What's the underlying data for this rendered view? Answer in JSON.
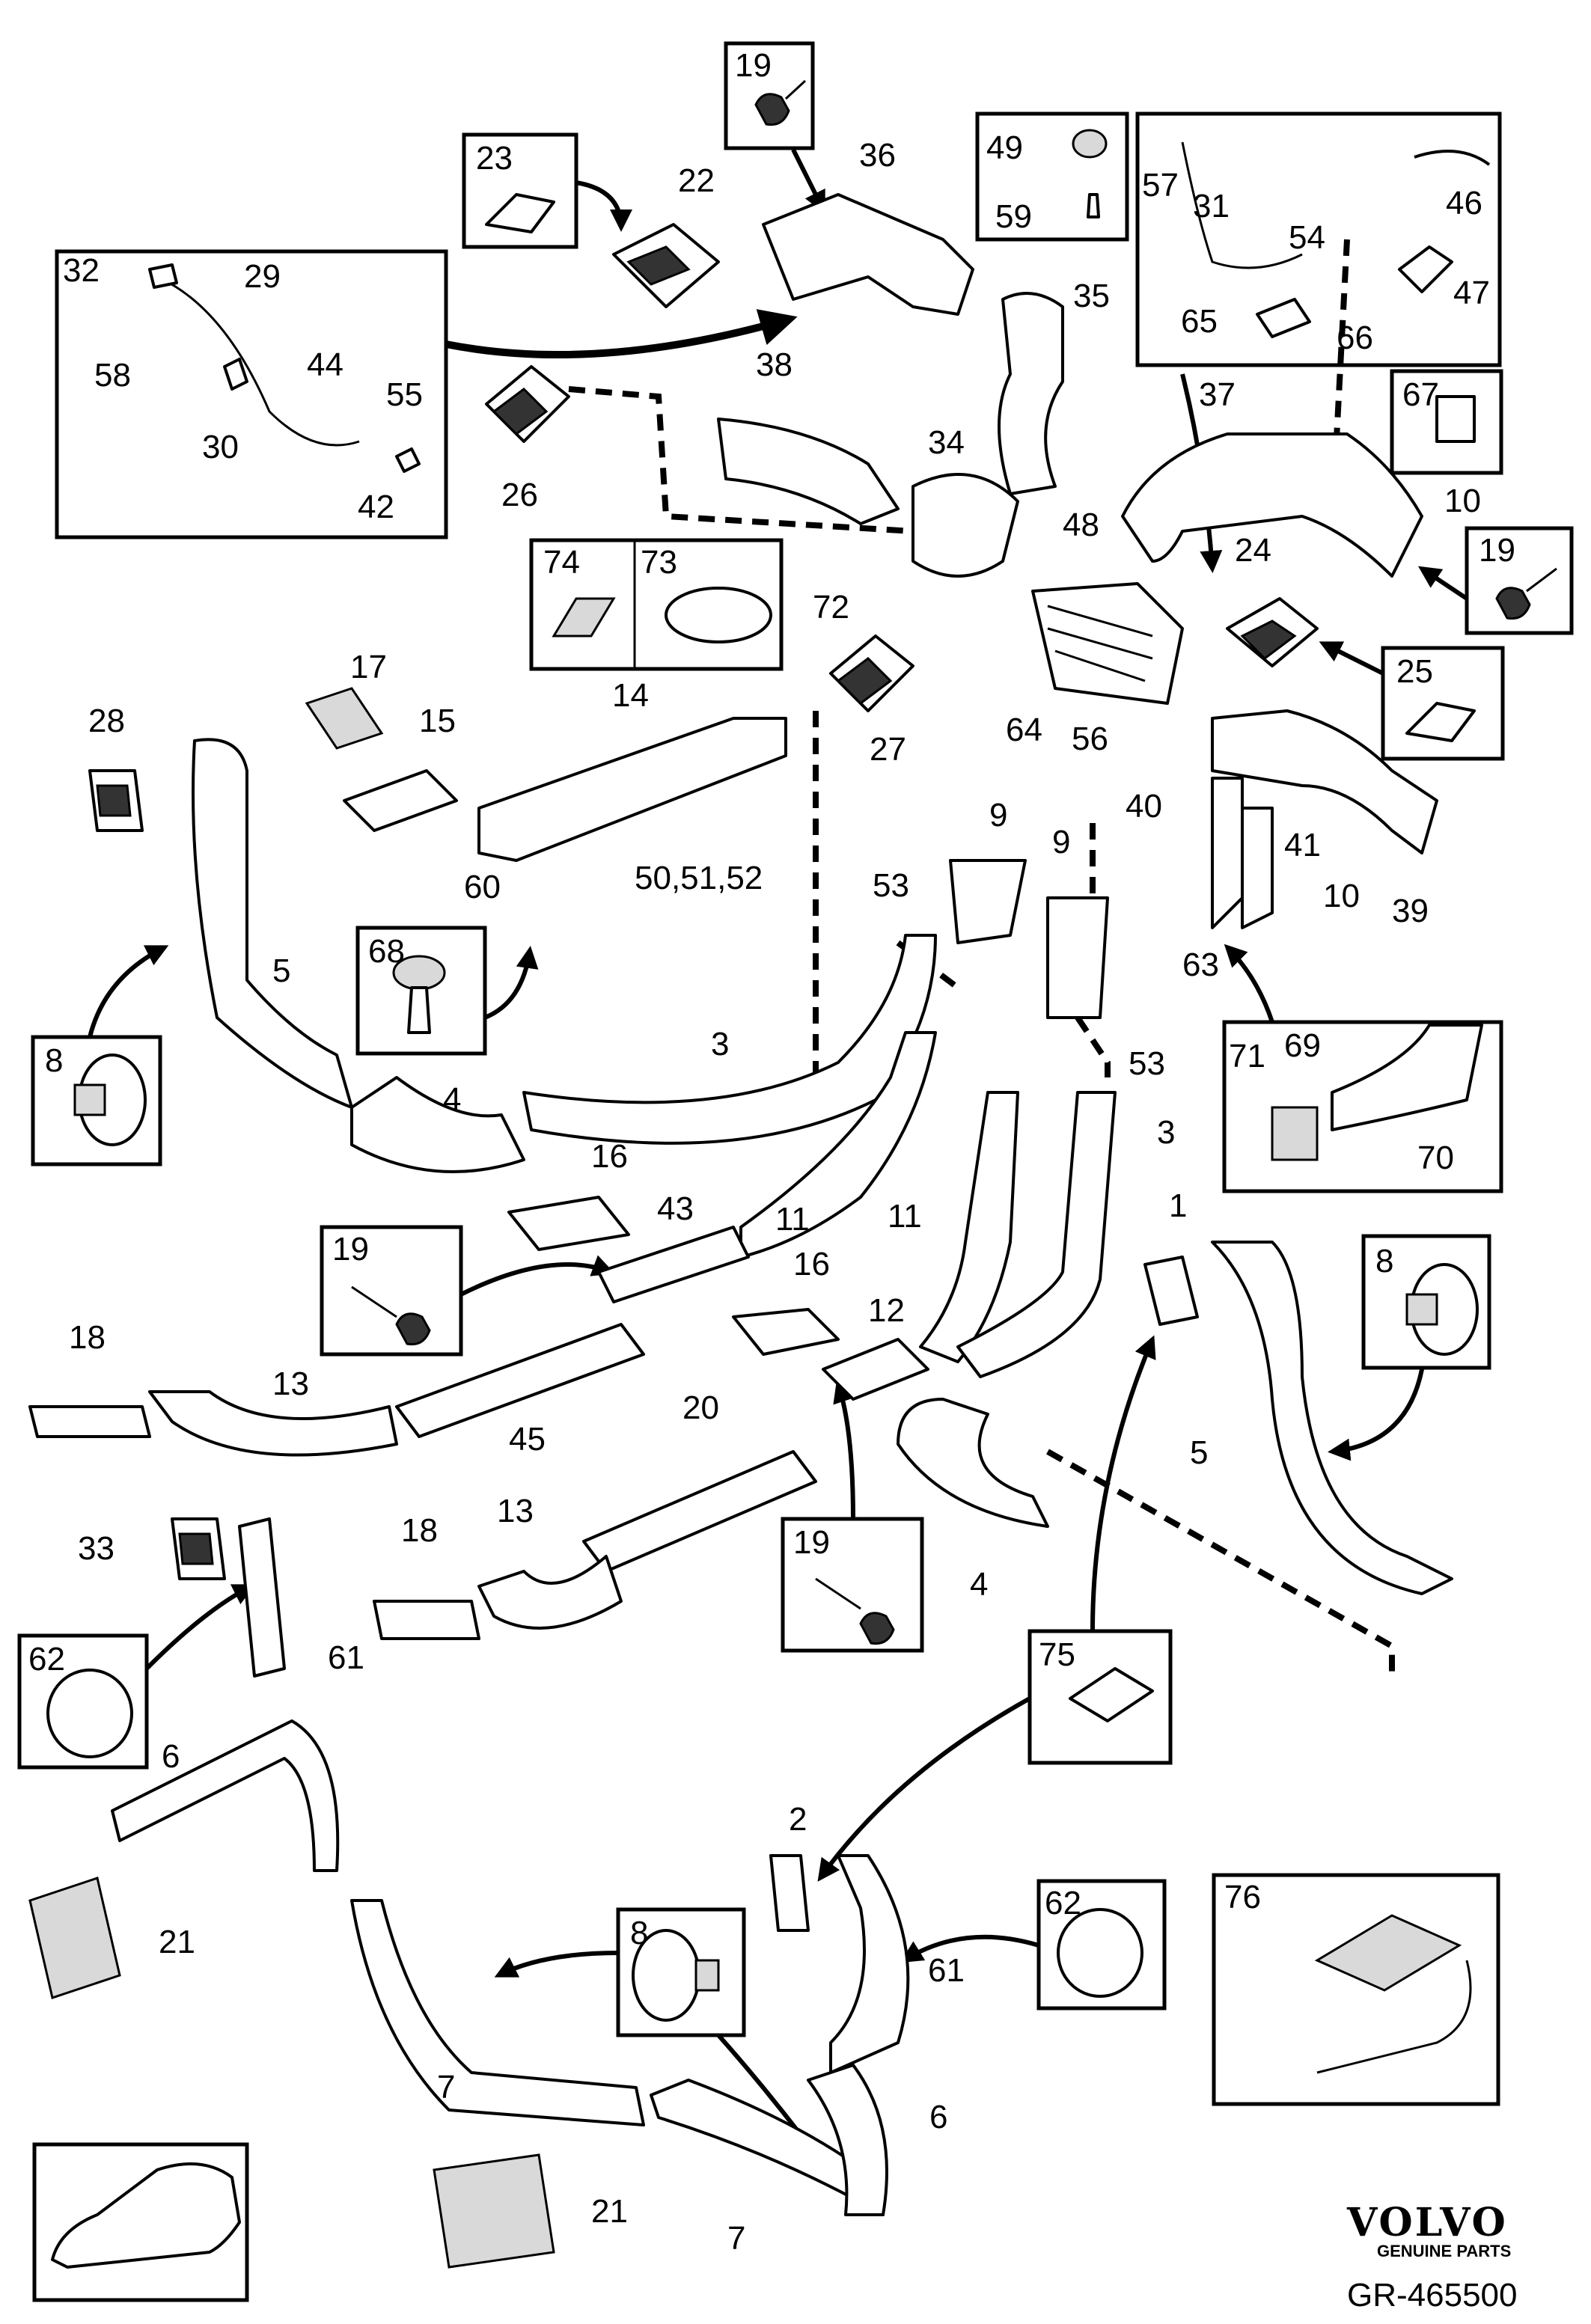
{
  "callouts": [
    "1",
    "2",
    "3",
    "3",
    "4",
    "4",
    "5",
    "5",
    "6",
    "6",
    "7",
    "7",
    "8",
    "8",
    "8",
    "9",
    "9",
    "10",
    "10",
    "11",
    "11",
    "12",
    "13",
    "13",
    "14",
    "15",
    "16",
    "16",
    "17",
    "18",
    "18",
    "19",
    "19",
    "19",
    "19",
    "20",
    "21",
    "21",
    "22",
    "23",
    "24",
    "25",
    "26",
    "27",
    "28",
    "29",
    "30",
    "31",
    "32",
    "33",
    "34",
    "35",
    "36",
    "37",
    "38",
    "39",
    "40",
    "41",
    "42",
    "43",
    "44",
    "45",
    "46",
    "47",
    "48",
    "49",
    "50,51,52",
    "53",
    "53",
    "54",
    "55",
    "56",
    "57",
    "58",
    "59",
    "60",
    "61",
    "61",
    "62",
    "62",
    "63",
    "64",
    "65",
    "66",
    "67",
    "68",
    "69",
    "70",
    "71",
    "72",
    "73",
    "74",
    "75",
    "76"
  ],
  "brand": {
    "name": "VOLVO",
    "tagline": "GENUINE PARTS"
  },
  "diagram_code": "GR-465500"
}
